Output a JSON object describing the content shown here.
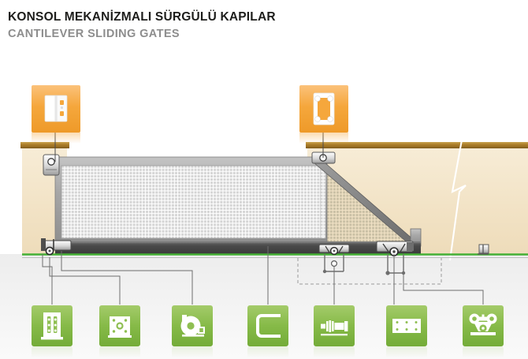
{
  "title": {
    "tr": "KONSOL MEKANİZMALI SÜRGÜLÜ KAPILAR",
    "en": "CANTILEVER SLIDING GATES"
  },
  "colors": {
    "title_tr": "#1d1d1b",
    "title_en": "#8d8d8d",
    "callout_orange": "#F5A73C",
    "callout_orange_light": "#FBC27A",
    "icon_green": "#7FB541",
    "icon_green_light": "#A4CB6A",
    "wall_fill": "#F2E3C6",
    "wall_cap": "#A97B27",
    "ground_line": "#45B035",
    "ground_fill": "#E9E9E9",
    "gate_frame": "#9A9A9A",
    "gate_mesh": "#D9D9D9",
    "gate_rail": "#4A4A4A",
    "brace": "#6E6E6E",
    "leader_line": "#6E6E6E",
    "break_line": "#FFFFFF"
  },
  "scene": {
    "wall_left": {
      "label": "left-pier"
    },
    "wall_right": {
      "label": "right-wall"
    },
    "gate_panel": {
      "label": "sliding-gate-leaf"
    },
    "gate_mesh": {
      "label": "wire-mesh-infill"
    },
    "cantilever_tail": {
      "label": "cantilever-counterweight-tail"
    },
    "diagonal_brace": {
      "label": "diagonal-brace"
    },
    "bottom_rail": {
      "label": "cantilever-beam-rail"
    },
    "ground_line": {
      "label": "ground-level-line"
    },
    "foundation": {
      "label": "foundation-outline"
    },
    "break_symbol": {
      "label": "wall-break-symbol"
    },
    "guide_roller_left": {
      "label": "top-guide-roller-left"
    },
    "guide_roller_right": {
      "label": "top-guide-roller-right"
    },
    "carriage_left": {
      "label": "roller-carriage-left"
    },
    "carriage_mid": {
      "label": "roller-carriage-middle"
    },
    "carriage_right": {
      "label": "roller-carriage-right"
    },
    "end_stop": {
      "label": "end-stop-catcher"
    }
  },
  "callouts": [
    {
      "id": "callout-guide-bracket",
      "name": "top-guide-bracket-detail",
      "icon": "hinge-bracket-icon"
    },
    {
      "id": "callout-mounting-plate",
      "name": "mounting-plate-detail",
      "icon": "mounting-plate-icon"
    }
  ],
  "product_icons": [
    {
      "id": "icon-gate-post",
      "name": "gate-post-icon",
      "glyph": "post-with-fixings"
    },
    {
      "id": "icon-base-plate",
      "name": "base-plate-icon",
      "glyph": "square-plate-4-holes"
    },
    {
      "id": "icon-roller-wheel",
      "name": "roller-wheel-icon",
      "glyph": "wheel-and-block"
    },
    {
      "id": "icon-beam-profile",
      "name": "beam-profile-icon",
      "glyph": "c-channel-section"
    },
    {
      "id": "icon-bolt-set",
      "name": "bolt-set-icon",
      "glyph": "bolt-nut-washer"
    },
    {
      "id": "icon-anchor-plate",
      "name": "anchor-plate-icon",
      "glyph": "rect-plate-6-holes"
    },
    {
      "id": "icon-roller-carriage",
      "name": "roller-carriage-icon",
      "glyph": "twin-wheel-trolley"
    }
  ]
}
